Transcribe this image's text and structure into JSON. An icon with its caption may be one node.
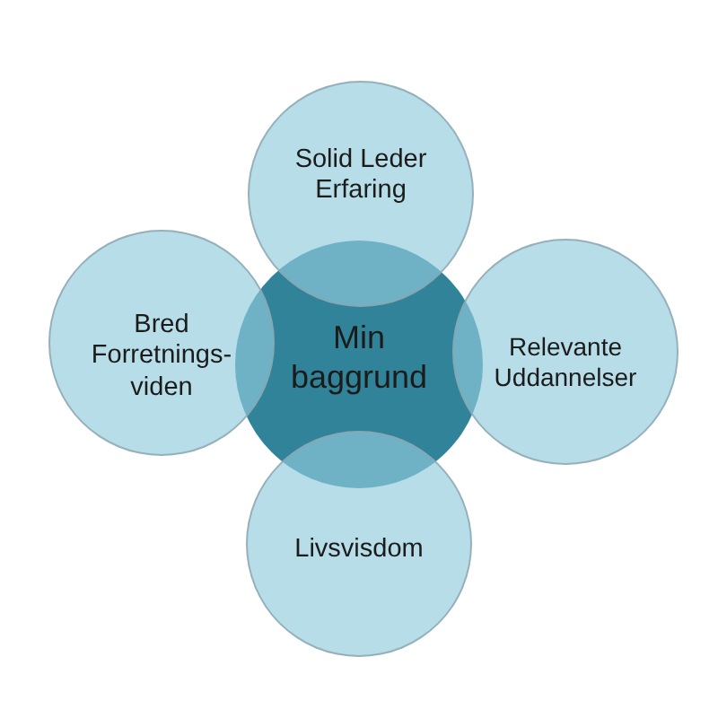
{
  "diagram": {
    "nodes": [
      {
        "text": [
          "Solid Leder Erfaring"
        ]
      },
      {
        "text": [
          "Bred Forretnings- viden"
        ]
      },
      {
        "text": [
          "Min baggrund"
        ]
      },
      {
        "text": [
          "Relevante Uddannelser"
        ]
      },
      {
        "text": [
          "Livsvisdom"
        ]
      }
    ]
  }
}
